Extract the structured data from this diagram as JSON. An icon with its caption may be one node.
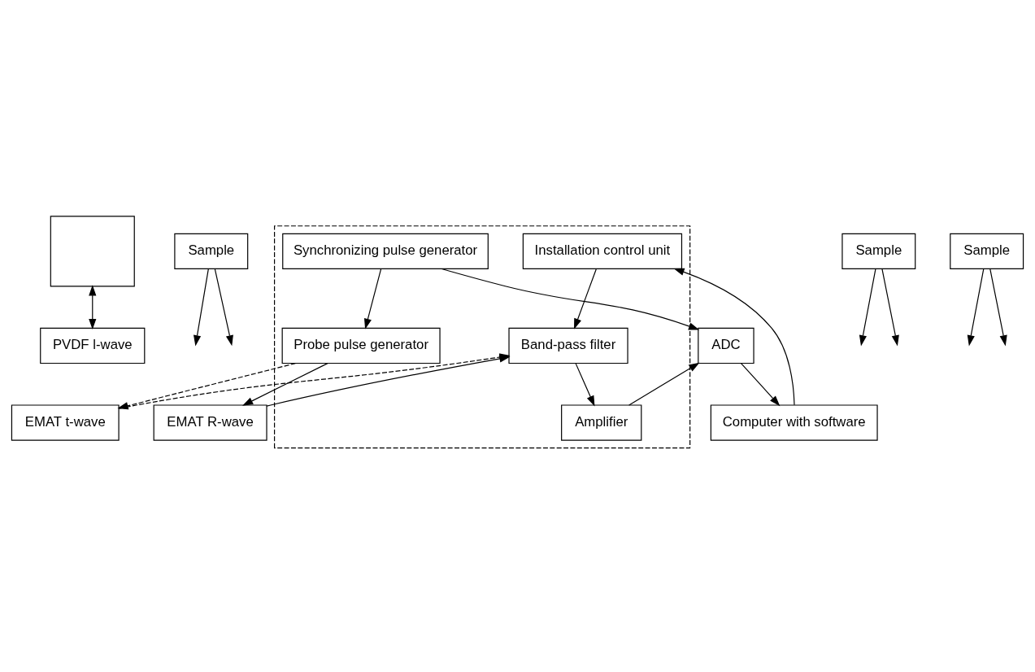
{
  "diagram": {
    "nodes": [
      {
        "text": [
          "PVDF l-wave"
        ]
      },
      {
        "text": [
          "Sample"
        ]
      },
      {
        "text": [
          "EMAT t-wave"
        ]
      },
      {
        "text": [
          "Sample"
        ]
      },
      {
        "text": [
          "EMAT R-wave"
        ]
      },
      {
        "text": [
          "Sample"
        ]
      },
      {
        "text": [],
        "shape": "box"
      },
      {
        "text": [
          "Probe pulse generator"
        ],
        "in": 6
      },
      {
        "text": [
          "Band-pass filter"
        ],
        "in": 6
      },
      {
        "text": [
          "Amplifier"
        ],
        "in": 6
      },
      {
        "text": [
          "Synchronizing pulse generator"
        ],
        "in": 6
      },
      {
        "text": [
          "Installation control unit"
        ],
        "in": 6
      },
      {
        "text": [
          "ADC"
        ]
      },
      {
        "text": [
          "Computer with software"
        ]
      },
      {
        "text": [],
        "shape": "box"
      }
    ],
    "edges": [
      {
        "from": 1,
        "to": null,
        "arrow": "to"
      },
      {
        "from": 1,
        "to": null,
        "arrow": "to"
      },
      {
        "from": 3,
        "to": null,
        "arrow": "to"
      },
      {
        "from": 3,
        "to": null,
        "arrow": "to"
      },
      {
        "from": 5,
        "to": null,
        "arrow": "to"
      },
      {
        "from": 5,
        "to": null,
        "arrow": "to"
      },
      {
        "from": 14,
        "to": 0,
        "arrow": "both"
      },
      {
        "from": 7,
        "to": 2,
        "arrow": "to",
        "style": "dashed"
      },
      {
        "from": 7,
        "to": 4,
        "arrow": "to"
      },
      {
        "from": 2,
        "to": 8,
        "arrow": "to",
        "style": "dashed"
      },
      {
        "from": 4,
        "to": 8,
        "arrow": "to"
      },
      {
        "from": 8,
        "to": 9,
        "arrow": "to"
      },
      {
        "from": 9,
        "to": 12,
        "arrow": "to"
      },
      {
        "from": 12,
        "to": 13,
        "arrow": "to"
      },
      {
        "from": 10,
        "to": 7,
        "arrow": "to"
      },
      {
        "from": 11,
        "to": 8,
        "arrow": "to"
      },
      {
        "from": 13,
        "to": 11,
        "arrow": "to"
      },
      {
        "from": 10,
        "to": 12,
        "arrow": "to"
      }
    ]
  }
}
